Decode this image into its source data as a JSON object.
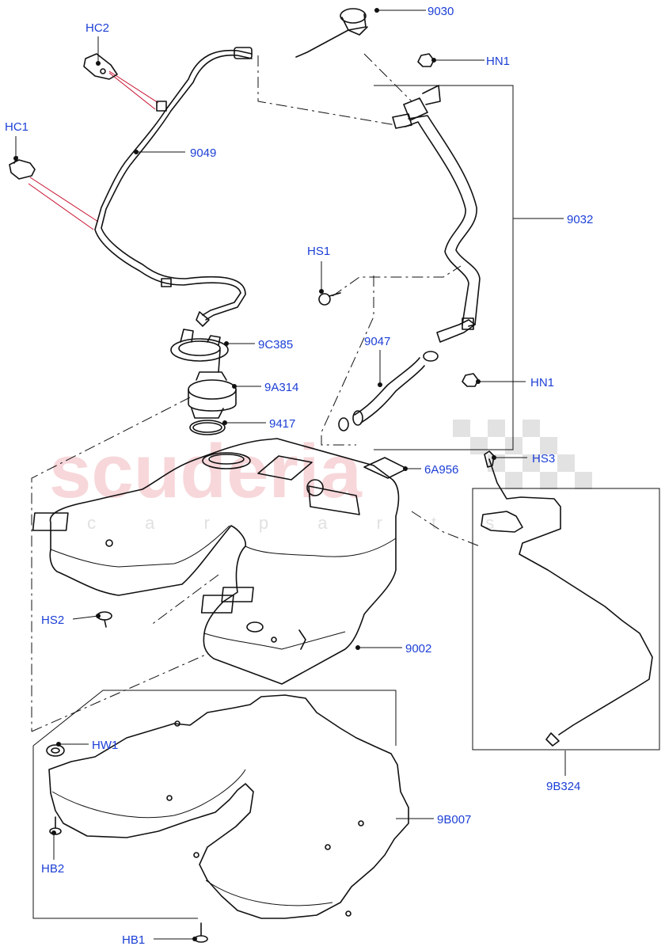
{
  "watermark": {
    "brand": "scuderia",
    "sub": "c a r   p a r t s"
  },
  "labels": {
    "l9030": "9030",
    "hn1_top": "HN1",
    "hc2": "HC2",
    "hc1": "HC1",
    "l9049": "9049",
    "l9032": "9032",
    "hs1": "HS1",
    "l9c385": "9C385",
    "l9047": "9047",
    "hn1_mid": "HN1",
    "l9a314": "9A314",
    "l9417": "9417",
    "hs3": "HS3",
    "l6a956": "6A956",
    "hs2": "HS2",
    "l9002": "9002",
    "hw1": "HW1",
    "l9b324": "9B324",
    "l9b007": "9B007",
    "hb2": "HB2",
    "hb1": "HB1"
  }
}
